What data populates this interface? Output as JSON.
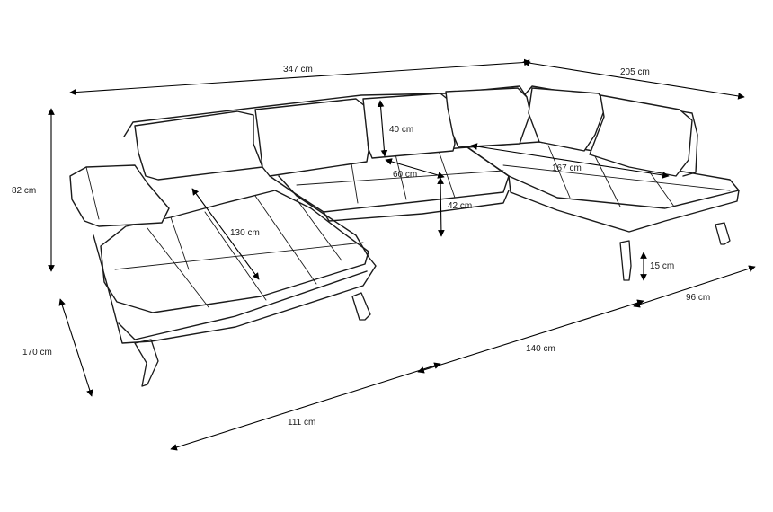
{
  "dimensions": {
    "total_width": "347 cm",
    "right_depth": "205 cm",
    "height": "82 cm",
    "left_depth": "170 cm",
    "left_seat_length": "130 cm",
    "backrest_height": "40 cm",
    "seat_depth": "60 cm",
    "seat_height": "42 cm",
    "right_seat_length": "167 cm",
    "leg_height": "15 cm",
    "right_module_width": "96 cm",
    "middle_module_width": "140 cm",
    "left_module_width": "111 cm"
  }
}
